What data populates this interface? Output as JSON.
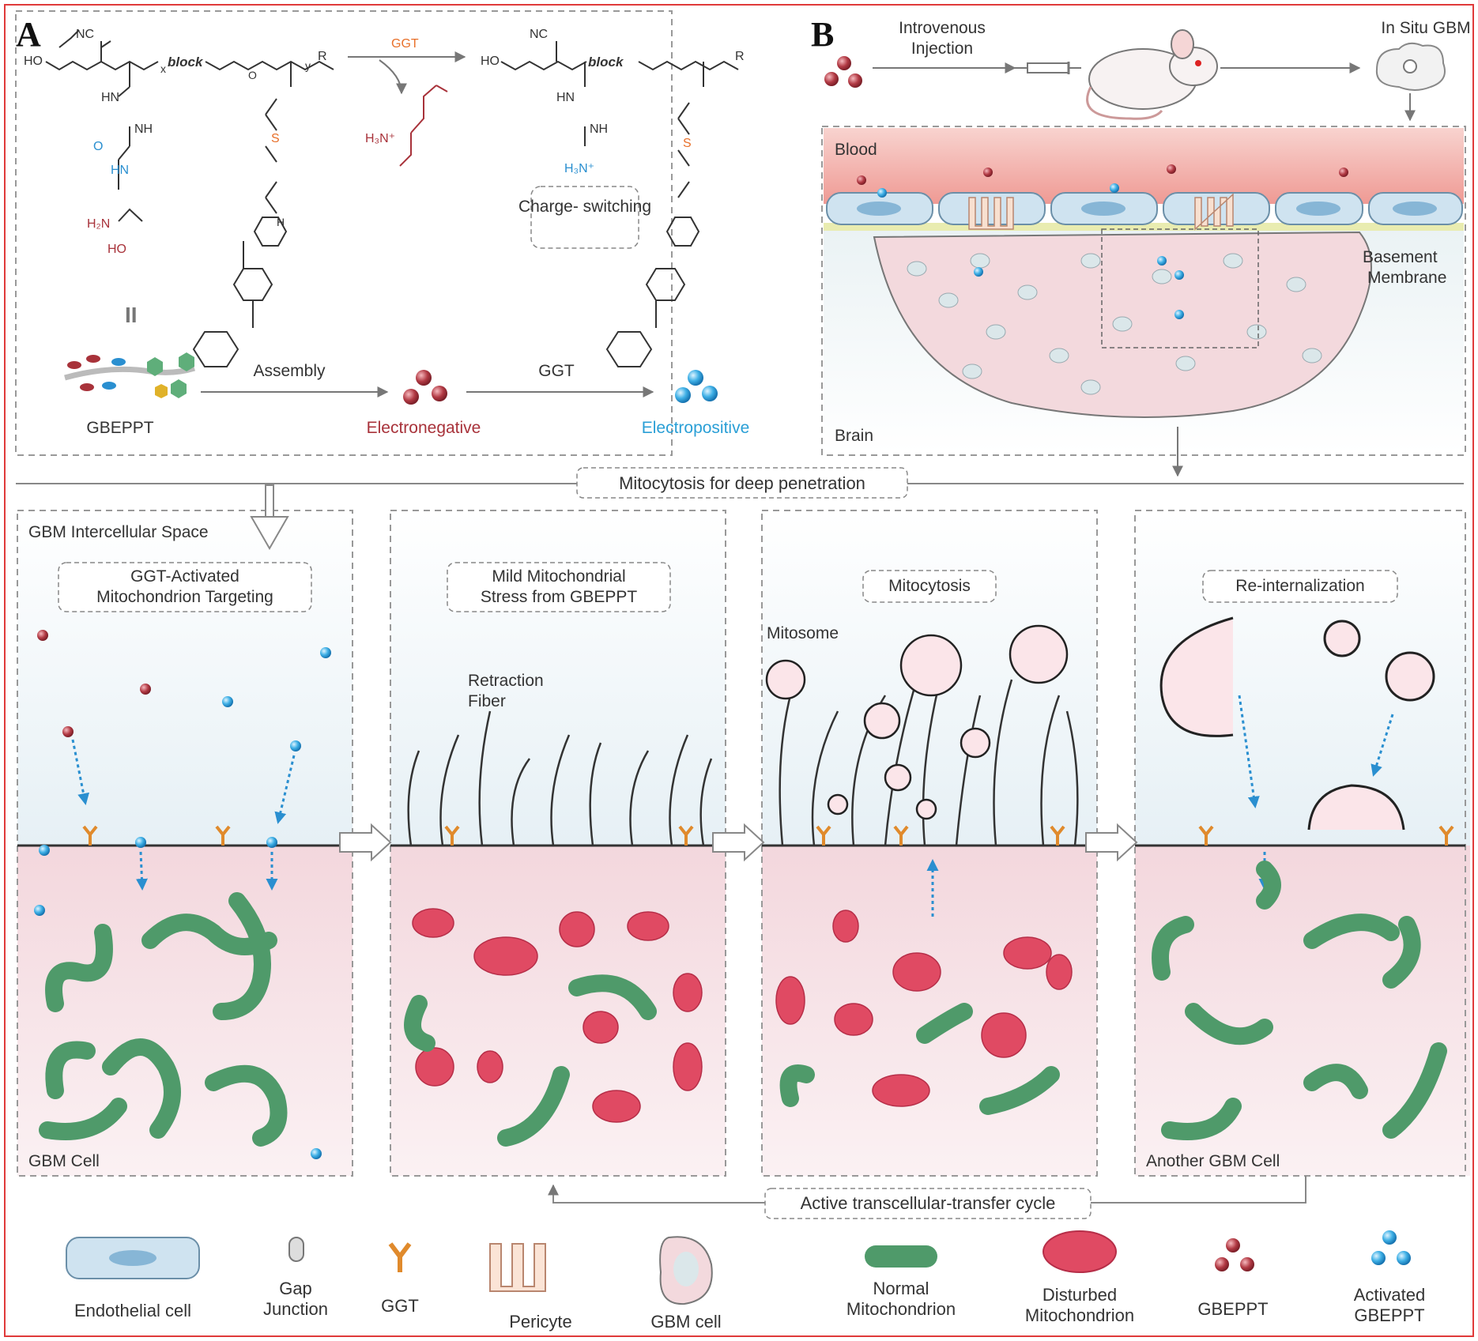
{
  "panelA": {
    "letter": "A",
    "chem": {
      "nc_left": "NC",
      "ho_left": "HO",
      "x_sub": "x",
      "block_left": "block",
      "y_sub": "y",
      "r_left": "R",
      "hn1": "HN",
      "nh1": "NH",
      "o1": "O",
      "hn2": "HN",
      "h2n": "H₂N",
      "ho2": "HO",
      "s_left": "S",
      "ggt_arrow": "GGT",
      "h3n_released": "H₃N⁺",
      "nc_right": "NC",
      "ho_right": "HO",
      "block_right": "block",
      "hn_right": "HN",
      "nh_right": "NH",
      "h3n_right": "H₃N⁺",
      "s_right": "S",
      "r_right": "R",
      "methoxy": "O",
      "h_ring": "H"
    },
    "charge_switch": "Charge-\nswitching",
    "equals": "II",
    "gbeppt": "GBEPPT",
    "assembly": "Assembly",
    "ggt": "GGT",
    "electronegative": "Electronegative",
    "electropositive": "Electropositive"
  },
  "panelB": {
    "letter": "B",
    "injection": "Introvenous\nInjection",
    "in_situ": "In Situ GBM",
    "blood": "Blood",
    "basement": "Basement\nMembrane",
    "brain": "Brain"
  },
  "banner": "Mitocytosis for deep penetration",
  "stages": [
    {
      "top_label": "GBM Intercellular Space",
      "box": "GGT-Activated\nMitochondrion Targeting",
      "bottom": "GBM Cell"
    },
    {
      "box": "Mild Mitochondrial\nStress from GBEPPT",
      "note": "Retraction\nFiber"
    },
    {
      "box": "Mitocytosis",
      "note": "Mitosome"
    },
    {
      "box": "Re-internalization",
      "bottom": "Another GBM Cell"
    }
  ],
  "cycle": "Active transcellular-transfer cycle",
  "legend": [
    {
      "label": "Endothelial cell"
    },
    {
      "label": "Gap\nJunction"
    },
    {
      "label": "GGT"
    },
    {
      "label": "Pericyte"
    },
    {
      "label": "GBM cell"
    },
    {
      "label": "Normal\nMitochondrion"
    },
    {
      "label": "Disturbed\nMitochondrion"
    },
    {
      "label": "GBEPPT"
    },
    {
      "label": "Activated\nGBEPPT"
    }
  ],
  "colors": {
    "electronegative": "#a8323a",
    "electropositive": "#2a9fd6",
    "normal_mito": "#4f9a6a",
    "disturbed_mito": "#e04a63",
    "ggt": "#e08a2c",
    "frame": "#e03a3a"
  }
}
